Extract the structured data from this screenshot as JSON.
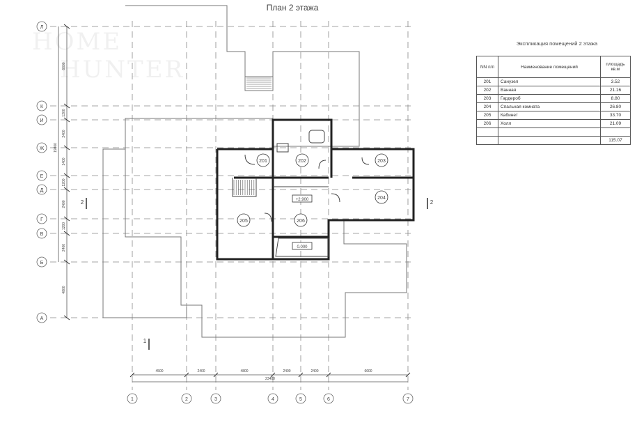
{
  "plan": {
    "title": "План 2 этажа",
    "grid_rows": [
      "Л",
      "К",
      "И",
      "Ж",
      "Е",
      "Д",
      "Г",
      "В",
      "Б",
      "А"
    ],
    "grid_cols": [
      "1",
      "2",
      "3",
      "4",
      "5",
      "6",
      "7"
    ],
    "row_dims": [
      "6600",
      "1200",
      "2400",
      "1400",
      "1200",
      "2400",
      "1200",
      "2400",
      "4800"
    ],
    "col_dims": [
      "4500",
      "2400",
      "4800",
      "2400",
      "2400",
      "6600"
    ],
    "total_dim": "23400",
    "left_total_dim": "19800",
    "rooms": [
      "201",
      "202",
      "203",
      "204",
      "205",
      "206"
    ],
    "levels": [
      "+2.900",
      "0.000"
    ],
    "section_marks": [
      "2",
      "2",
      "1"
    ]
  },
  "schedule": {
    "title": "Экспликация помещений 2 этажа",
    "col_num": "NN п/п",
    "col_name": "Наименование помещений",
    "col_area": "площадь кв.м",
    "rows": [
      {
        "num": "201",
        "name": "Санузел",
        "area": "3.52"
      },
      {
        "num": "202",
        "name": "Ванная",
        "area": "21.16"
      },
      {
        "num": "203",
        "name": "Гардероб",
        "area": "8.80"
      },
      {
        "num": "204",
        "name": "Спальная комната",
        "area": "26.80"
      },
      {
        "num": "205",
        "name": "Кабинет",
        "area": "33.70"
      },
      {
        "num": "206",
        "name": "Холл",
        "area": "21.09"
      }
    ],
    "total": "115.07"
  },
  "watermark": {
    "line1": "HOME",
    "line2": "HUNTER"
  }
}
